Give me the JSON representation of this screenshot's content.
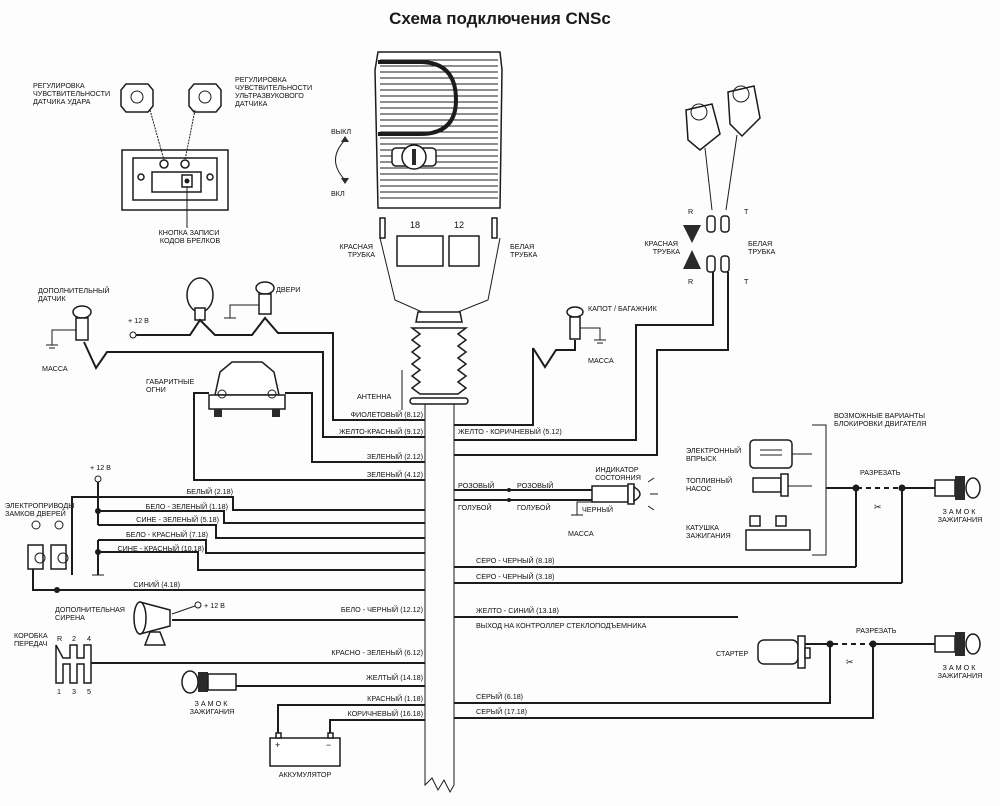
{
  "title": "Схема подключения CNSc",
  "control_panel": {
    "shock_adjust": [
      "РЕГУЛИРОВКА",
      "ЧУВСТВИТЕЛЬНОСТИ",
      "ДАТЧИКА УДАРА"
    ],
    "ultrasonic_adjust": [
      "РЕГУЛИРОВКА",
      "ЧУВСТВИТЕЛЬНОСТИ",
      "УЛЬТРАЗВУКОВОГО",
      "ДАТЧИКА"
    ],
    "button_label": [
      "КНОПКА ЗАПИСИ",
      "КОДОВ БРЕЛКОВ"
    ]
  },
  "main_unit": {
    "off_label": "ВЫКЛ",
    "on_label": "ВКЛ",
    "connector_18": "18",
    "connector_12": "12",
    "red_tube": [
      "КРАСНАЯ",
      "ТРУБКА"
    ],
    "white_tube": [
      "БЕЛАЯ",
      "ТРУБКА"
    ],
    "antenna": "АНТЕННА"
  },
  "sensors": {
    "extra_sensor": [
      "ДОПОЛНИТЕЛЬНЫЙ",
      "ДАТЧИК"
    ],
    "ground": "МАССА",
    "plus12": "+ 12 В",
    "doors": "ДВЕРИ",
    "hood_trunk": "КАПОТ / БАГАЖНИК",
    "parking_lights": [
      "ГАБАРИТНЫЕ",
      "ОГНИ"
    ]
  },
  "ultrasonic": {
    "r": "R",
    "t": "T",
    "red_tube": [
      "КРАСНАЯ",
      "ТРУБКА"
    ],
    "white_tube": [
      "БЕЛАЯ",
      "ТРУБКА"
    ]
  },
  "left_wires": [
    "ФИОЛЕТОВЫЙ (8.12)",
    "ЖЕЛТО-КРАСНЫЙ (9.12)",
    "ЗЕЛЕНЫЙ (2.12)",
    "ЗЕЛЕНЫЙ (4.12)",
    "БЕЛЫЙ (2.18)",
    "БЕЛО - ЗЕЛЕНЫЙ (1.18)",
    "СИНЕ - ЗЕЛЕНЫЙ (5.18)",
    "БЕЛО - КРАСНЫЙ (7.18)",
    "СИНЕ - КРАСНЫЙ (10.18)",
    "СИНИЙ (4.18)",
    "БЕЛО - ЧЕРНЫЙ (12.12)",
    "КРАСНО - ЗЕЛЕНЫЙ (6.12)",
    "ЖЕЛТЫЙ (14.18)",
    "КРАСНЫЙ (1.18)",
    "КОРИЧНЕВЫЙ (16.18)"
  ],
  "right_wires": [
    "ЖЕЛТО - КОРИЧНЕВЫЙ (5.12)",
    "СЕРО - ЧЕРНЫЙ (8.18)",
    "СЕРО - ЧЕРНЫЙ (3.18)",
    "ЖЕЛТО - СИНИЙ (13.18)",
    "СЕРЫЙ (6.18)",
    "СЕРЫЙ (17.18)"
  ],
  "window_controller": "ВЫХОД НА КОНТРОЛЛЕР СТЕКЛОПОДЪЕМНИКА",
  "led": {
    "pink": "РОЗОВЫЙ",
    "blue": "ГОЛУБОЙ",
    "black": "ЧЕРНЫЙ",
    "ground": "МАССА",
    "indicator": [
      "ИНДИКАТОР",
      "СОСТОЯНИЯ"
    ]
  },
  "door_locks": [
    "ЭЛЕКТРОПРИВОДЫ",
    "ЗАМКОВ ДВЕРЕЙ"
  ],
  "siren": [
    "ДОПОЛНИТЕЛЬНАЯ",
    "СИРЕНА"
  ],
  "gearbox": {
    "label": [
      "КОРОБКА",
      "ПЕРЕДАЧ"
    ],
    "top": [
      "R",
      "2",
      "4"
    ],
    "bottom": [
      "1",
      "3",
      "5"
    ]
  },
  "ignition_lock": [
    "З А М О К",
    "ЗАЖИГАНИЯ"
  ],
  "battery": {
    "label": "АККУМУЛЯТОР",
    "plus": "+",
    "minus": "−"
  },
  "engine_block": {
    "header": [
      "ВОЗМОЖНЫЕ ВАРИАНТЫ",
      "БЛОКИРОВКИ ДВИГАТЕЛЯ"
    ],
    "injection": [
      "ЭЛЕКТРОННЫЙ",
      "ВПРЫСК"
    ],
    "fuel_pump": [
      "ТОПЛИВНЫЙ",
      "НАСОС"
    ],
    "coil": [
      "КАТУШКА",
      "ЗАЖИГАНИЯ"
    ],
    "cut": "РАЗРЕЗАТЬ"
  },
  "starter": {
    "label": "СТАРТЕР",
    "cut": "РАЗРЕЗАТЬ"
  }
}
